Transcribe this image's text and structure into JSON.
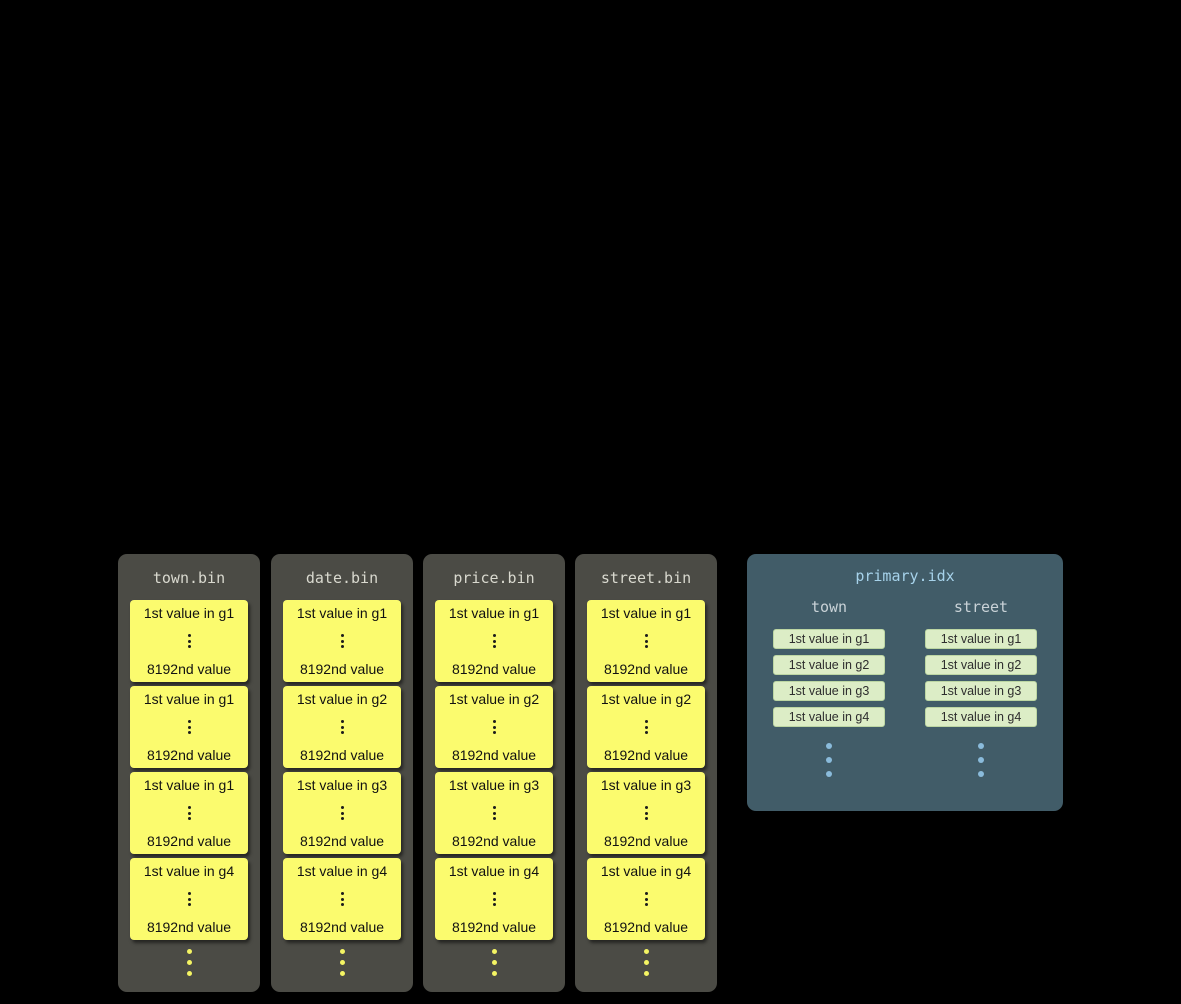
{
  "files": [
    {
      "title": "town.bin",
      "granules": [
        {
          "first": "1st value in g1",
          "last": "8192nd value"
        },
        {
          "first": "1st value in g1",
          "last": "8192nd value"
        },
        {
          "first": "1st value in g1",
          "last": "8192nd value"
        },
        {
          "first": "1st value in g4",
          "last": "8192nd value"
        }
      ]
    },
    {
      "title": "date.bin",
      "granules": [
        {
          "first": "1st value in g1",
          "last": "8192nd value"
        },
        {
          "first": "1st value in g2",
          "last": "8192nd value"
        },
        {
          "first": "1st value in g3",
          "last": "8192nd value"
        },
        {
          "first": "1st value in g4",
          "last": "8192nd value"
        }
      ]
    },
    {
      "title": "price.bin",
      "granules": [
        {
          "first": "1st value in g1",
          "last": "8192nd value"
        },
        {
          "first": "1st value in g2",
          "last": "8192nd value"
        },
        {
          "first": "1st value in g3",
          "last": "8192nd value"
        },
        {
          "first": "1st value in g4",
          "last": "8192nd value"
        }
      ]
    },
    {
      "title": "street.bin",
      "granules": [
        {
          "first": "1st value in g1",
          "last": "8192nd value"
        },
        {
          "first": "1st value in g2",
          "last": "8192nd value"
        },
        {
          "first": "1st value in g3",
          "last": "8192nd value"
        },
        {
          "first": "1st value in g4",
          "last": "8192nd value"
        }
      ]
    }
  ],
  "index": {
    "title": "primary.idx",
    "columns": [
      {
        "name": "town",
        "entries": [
          "1st value in g1",
          "1st value in g2",
          "1st value in g3",
          "1st value in g4"
        ]
      },
      {
        "name": "street",
        "entries": [
          "1st value in g1",
          "1st value in g2",
          "1st value in g3",
          "1st value in g4"
        ]
      }
    ]
  },
  "colors": {
    "background": "#000000",
    "bin_container": "#4b4b45",
    "granule_yellow": "#fbfb6e",
    "index_panel": "#415c68",
    "index_title_blue": "#a6d2ea",
    "chip_green": "#dcedc6",
    "dot_blue": "#8abbdb",
    "dot_yellow": "#f4f463"
  }
}
